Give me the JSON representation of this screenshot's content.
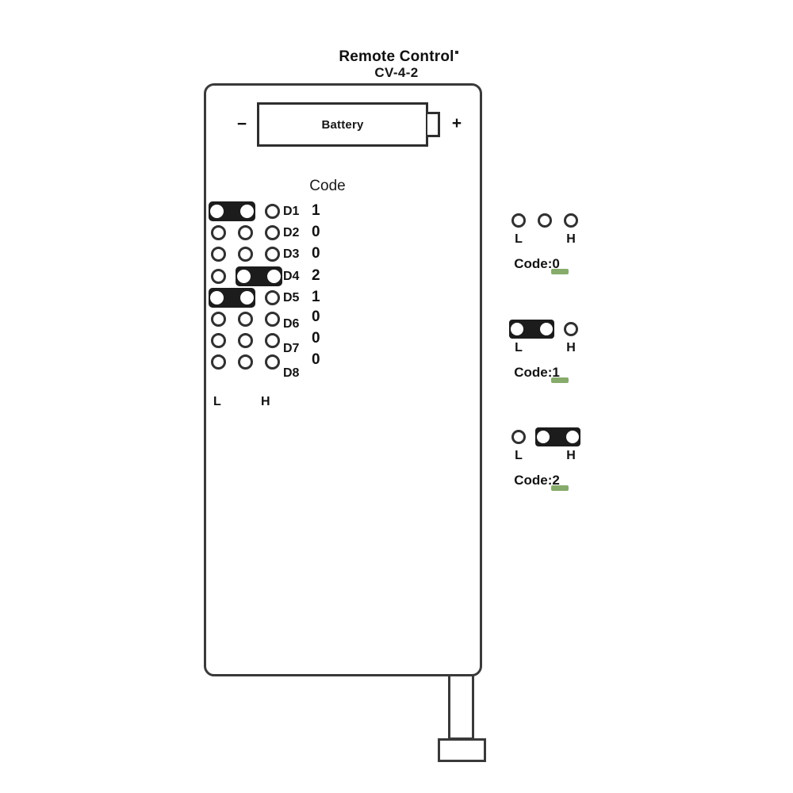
{
  "device": {
    "title": "Remote Control",
    "model": "CV-4-2",
    "battery_label": "Battery",
    "terminal_negative": "−",
    "terminal_positive": "+"
  },
  "code_panel": {
    "heading": "Code",
    "column_low_label": "L",
    "column_high_label": "H",
    "switches": [
      {
        "id": "D1",
        "value": "1",
        "jumper": "low"
      },
      {
        "id": "D2",
        "value": "0",
        "jumper": "none"
      },
      {
        "id": "D3",
        "value": "0",
        "jumper": "none"
      },
      {
        "id": "D4",
        "value": "2",
        "jumper": "high"
      },
      {
        "id": "D5",
        "value": "1",
        "jumper": "low"
      },
      {
        "id": "D6",
        "value": "0",
        "jumper": "none"
      },
      {
        "id": "D7",
        "value": "0",
        "jumper": "none"
      },
      {
        "id": "D8",
        "value": "0",
        "jumper": "none"
      }
    ]
  },
  "legend": {
    "items": [
      {
        "caption": "Code:0",
        "jumper": "none",
        "low_label": "L",
        "high_label": "H"
      },
      {
        "caption": "Code:1",
        "jumper": "low",
        "low_label": "L",
        "high_label": "H"
      },
      {
        "caption": "Code:2",
        "jumper": "high",
        "low_label": "L",
        "high_label": "H"
      }
    ]
  },
  "colors": {
    "outline": "#3a3a3a",
    "jumper_fill": "#1c1c1c",
    "paper": "#ffffff",
    "smudge": "#5f8f3a"
  }
}
